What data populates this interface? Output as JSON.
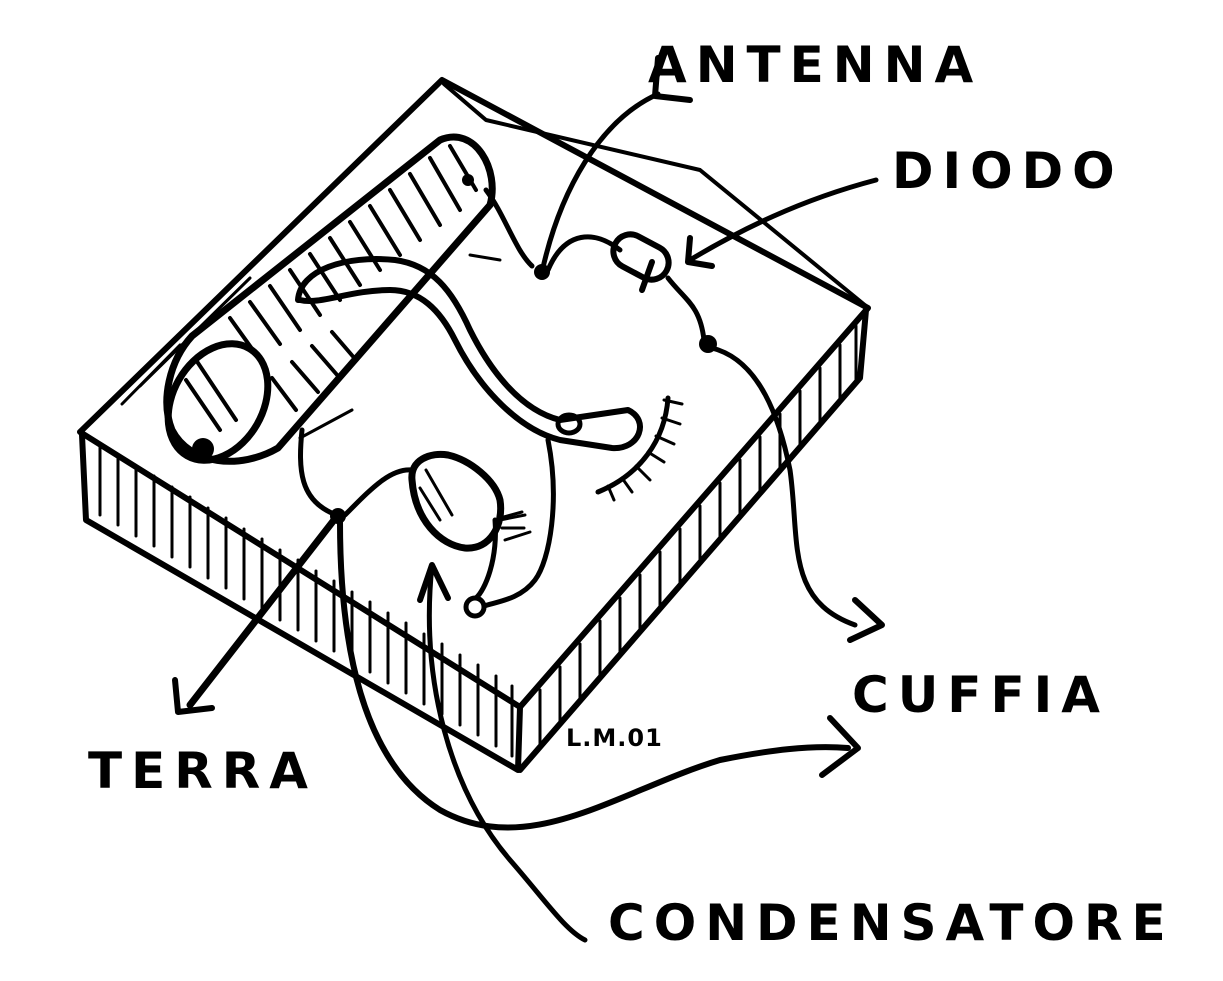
{
  "labels": {
    "antenna": "ANTENNA",
    "diode": "DIODO",
    "headphones": "CUFFIA",
    "ground": "TERRA",
    "capacitor": "CONDENSATORE"
  },
  "signature": "L.M.01",
  "colors": {
    "ink": "#000000",
    "paper": "#ffffff"
  }
}
